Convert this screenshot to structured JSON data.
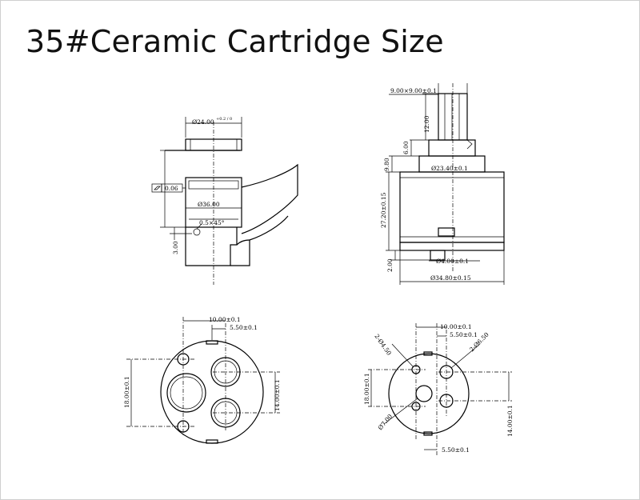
{
  "title": "35#Ceramic Cartridge Size",
  "side_view": {
    "top_diameter": "Ø24.00",
    "top_tol": "+0.2 / 0",
    "flatness": "0.06",
    "body_diameter": "Ø36.00",
    "chamfer": "0.5×45°",
    "base_height": "3.00"
  },
  "front_view": {
    "stem_spline": "9.00×9.00±0.1",
    "stem_height": "12.00",
    "collar_height": "6.00",
    "upper_height": "9.80",
    "upper_diameter": "Ø23.40±0.1",
    "body_height": "27.20±0.15",
    "pin_diameter": "Ø4.00±0.1",
    "pin_height": "2.00",
    "body_diameter": "Ø34.80±0.15"
  },
  "bottom_left": {
    "dim_top1": "10.00±0.1",
    "dim_top2": "5.50±0.1",
    "dim_left": "18.00±0.1",
    "dim_right": "14.00±0.1"
  },
  "bottom_right": {
    "dim_top1": "10.00±0.1",
    "dim_top2": "5.50±0.1",
    "hole_small": "2-Ø4.50",
    "hole_large": "2-Ø6.50",
    "dim_left": "18.00±0.1",
    "center_hole": "Ø7.00",
    "dim_right": "14.00±0.1",
    "dim_bottom": "5.50±0.1"
  }
}
